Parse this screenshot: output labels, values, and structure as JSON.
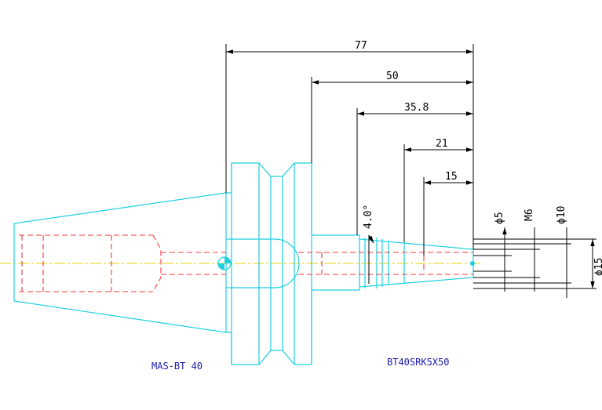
{
  "drawing": {
    "dimensions": {
      "len_77": "77",
      "len_50": "50",
      "len_35_8": "35.8",
      "len_21": "21",
      "len_15": "15",
      "angle": "4.0°",
      "dia_5": "ϕ5",
      "thread_m6": "M6",
      "dia_10": "ϕ10",
      "dia_15": "ϕ15"
    },
    "labels": {
      "holder_type": "MAS-BT 40",
      "part_number": "BT40SRK5X50"
    },
    "colors": {
      "outline": "#1ecfe0",
      "hidden": "#f03a3a",
      "dimension": "#000000",
      "centerline": "#e6d200",
      "label": "#1a1ab0"
    }
  }
}
